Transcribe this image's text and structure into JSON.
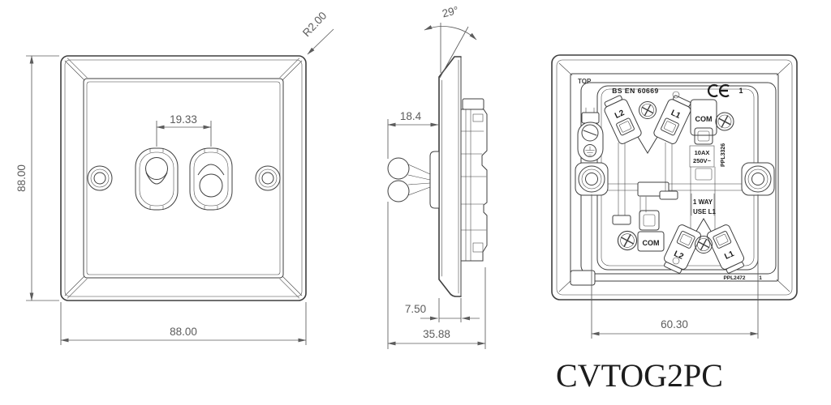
{
  "drawing": {
    "product_code": "CVTOG2PC",
    "views": {
      "front": {
        "dims": {
          "height": "88.00",
          "width": "88.00",
          "toggle_spacing": "19.33",
          "corner_radius": "R2.00"
        }
      },
      "side": {
        "dims": {
          "bevel_angle": "29°",
          "toggle_projection": "18.4",
          "plate_thickness": "7.50",
          "overall_depth": "35.88"
        }
      },
      "back": {
        "orientation": "TOP",
        "standard": "BS EN 60669",
        "ce_mark": "CE",
        "gang": "1",
        "top_terminals": [
          "L2",
          "L1"
        ],
        "top_com": "COM",
        "rating": [
          "10AX",
          "250V~"
        ],
        "moulding_ref_side": "PPL3326",
        "wiring_note": [
          "1 WAY",
          "USE L1"
        ],
        "bottom_com": "COM",
        "bottom_terminals": [
          "L2",
          "L1"
        ],
        "moulding_ref_bottom": "PPL2472",
        "sheet": "1",
        "dims": {
          "fixing_centres": "60.30"
        }
      }
    },
    "colors": {
      "line": "#3f3f3f",
      "dim": "#5c5c5c",
      "ink": "#1c1c1c",
      "bg": "#ffffff"
    }
  }
}
